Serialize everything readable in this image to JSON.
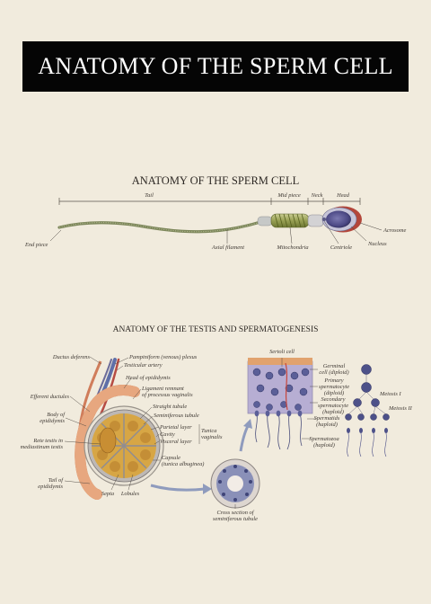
{
  "header": {
    "title": "ANATOMY OF THE SPERM CELL"
  },
  "sperm": {
    "title": "ANATOMY OF THE SPERM CELL",
    "segments": {
      "tail": "Tail",
      "midpiece": "Mid piece",
      "neck": "Neck",
      "head": "Head"
    },
    "labels": {
      "end_piece": "End piece",
      "axial_filament": "Axial filament",
      "mitochondria": "Mitochondria",
      "centriole": "Centriole",
      "nucleus": "Nucleus",
      "acrosome": "Acrosome"
    }
  },
  "testis": {
    "title": "ANATOMY OF THE TESTIS AND  SPERMATOGENESIS",
    "labels": {
      "ductus_deferens": "Ductus deferens",
      "pampiniform": "Pampiniform (venous) plexus",
      "testicular_artery": "Testicular artery",
      "head_epididymis": "Head of epididymis",
      "ligament_1": "Ligament remnant",
      "ligament_2": "of processus vaginalis",
      "efferent": "Efferent ductules",
      "body_1": "Body of",
      "body_2": "epididymis",
      "straight_tubule": "Straight tubule",
      "seminiferous_tubule": "Seminiferous tubule",
      "parietal": "Parietal layer",
      "cavity": "Cavity",
      "visceral": "Visceral layer",
      "tunica_1": "Tunica",
      "tunica_2": "vaginalis",
      "rete_1": "Rete testis in",
      "rete_2": "mediastinum testis",
      "capsule_1": "Capsule",
      "capsule_2": "(tunica albuginea)",
      "tail_1": "Tail of",
      "tail_2": "epididymis",
      "septa": "Septa",
      "lobules": "Lobules",
      "cross_1": "Cross section of",
      "cross_2": "seminiferous tubule"
    }
  },
  "spermatogenesis": {
    "labels": {
      "sertoli": "Sertoli cell",
      "germinal_1": "Germinal",
      "germinal_2": "cell (diploid)",
      "primary_1": "Primary",
      "primary_2": "spermatocyte",
      "primary_3": "(diploid)",
      "secondary_1": "Secondary",
      "secondary_2": "spermatocyte",
      "secondary_3": "(haploid)",
      "spermatids_1": "Spermatids",
      "spermatids_2": "(haploid)",
      "spermatozoa_1": "Spermatozoa",
      "spermatozoa_2": "(haploid)",
      "meiosis1": "Meiosis I",
      "meiosis2": "Meiosis II"
    }
  }
}
